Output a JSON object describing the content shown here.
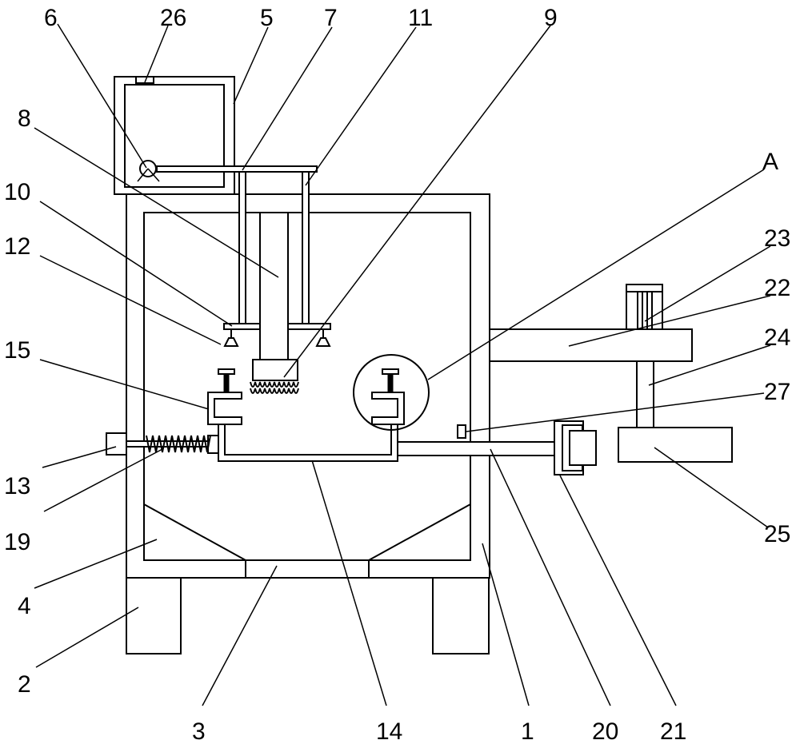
{
  "figure": {
    "labels": {
      "l1": "1",
      "l2": "2",
      "l3": "3",
      "l4": "4",
      "l5": "5",
      "l6": "6",
      "l7": "7",
      "l8": "8",
      "l9": "9",
      "l10": "10",
      "l11": "11",
      "l12": "12",
      "l13": "13",
      "l14": "14",
      "l15": "15",
      "l19": "19",
      "l20": "20",
      "l21": "21",
      "l22": "22",
      "l23": "23",
      "l24": "24",
      "l25": "25",
      "l26": "26",
      "l27": "27",
      "lA": "A"
    },
    "colors": {
      "stroke": "#000000",
      "background": "#ffffff"
    }
  }
}
